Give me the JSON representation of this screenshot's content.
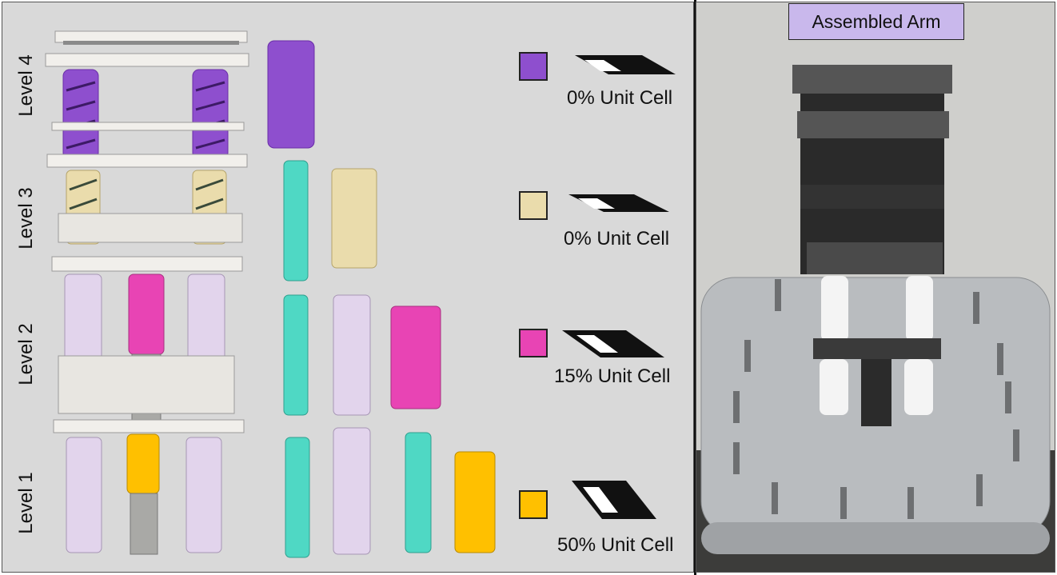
{
  "levels": [
    {
      "label": "Level 4",
      "color": "#8e4fce",
      "unit_cell": "0% Unit Cell"
    },
    {
      "label": "Level 3",
      "color": "#eadcac",
      "unit_cell": "0% Unit Cell"
    },
    {
      "label": "Level 2",
      "color": "#e844b4",
      "unit_cell": "15% Unit Cell"
    },
    {
      "label": "Level 1",
      "color": "#ffc000",
      "unit_cell": "50% Unit Cell"
    }
  ],
  "photo": {
    "callout": "Assembled Arm",
    "callout_color": "#c9b8ec"
  },
  "part_colors": {
    "teal": "#4fd8c4",
    "lavender": "#e2d4ec",
    "gray": "#a9a9a6",
    "plate": "#f1efeb"
  }
}
